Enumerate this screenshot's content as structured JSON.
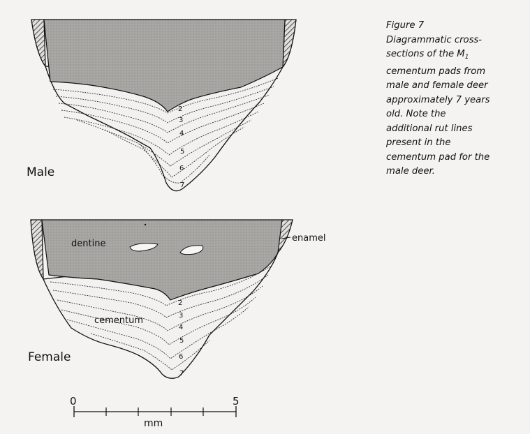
{
  "caption": {
    "figure_label": "Figure 7",
    "line1": "Diagrammatic cross-",
    "line2a": "sections of the M",
    "line2_sub": "1",
    "line3": "cementum pads from",
    "line4": "male and female deer",
    "line5": "approximately 7 years",
    "line6": "old. Note the",
    "line7": "additional rut lines",
    "line8": "present in the",
    "line9": "cementum pad for the",
    "line10": "male deer."
  },
  "diagrams": {
    "male": {
      "label": "Male",
      "layer_numbers": [
        "2",
        "3",
        "4",
        "5",
        "6",
        "7"
      ]
    },
    "female": {
      "label": "Female",
      "dentine_label": "dentine",
      "enamel_label": "enamel",
      "cementum_label": "cementum",
      "layer_numbers": [
        "2",
        "3",
        "4",
        "5",
        "6",
        "7"
      ]
    }
  },
  "scale_bar": {
    "start_label": "0",
    "end_label": "5",
    "unit_label": "mm"
  },
  "colors": {
    "dentine_fill": "#a7a5a2",
    "ink": "#111111",
    "paper": "#f4f3f1"
  }
}
